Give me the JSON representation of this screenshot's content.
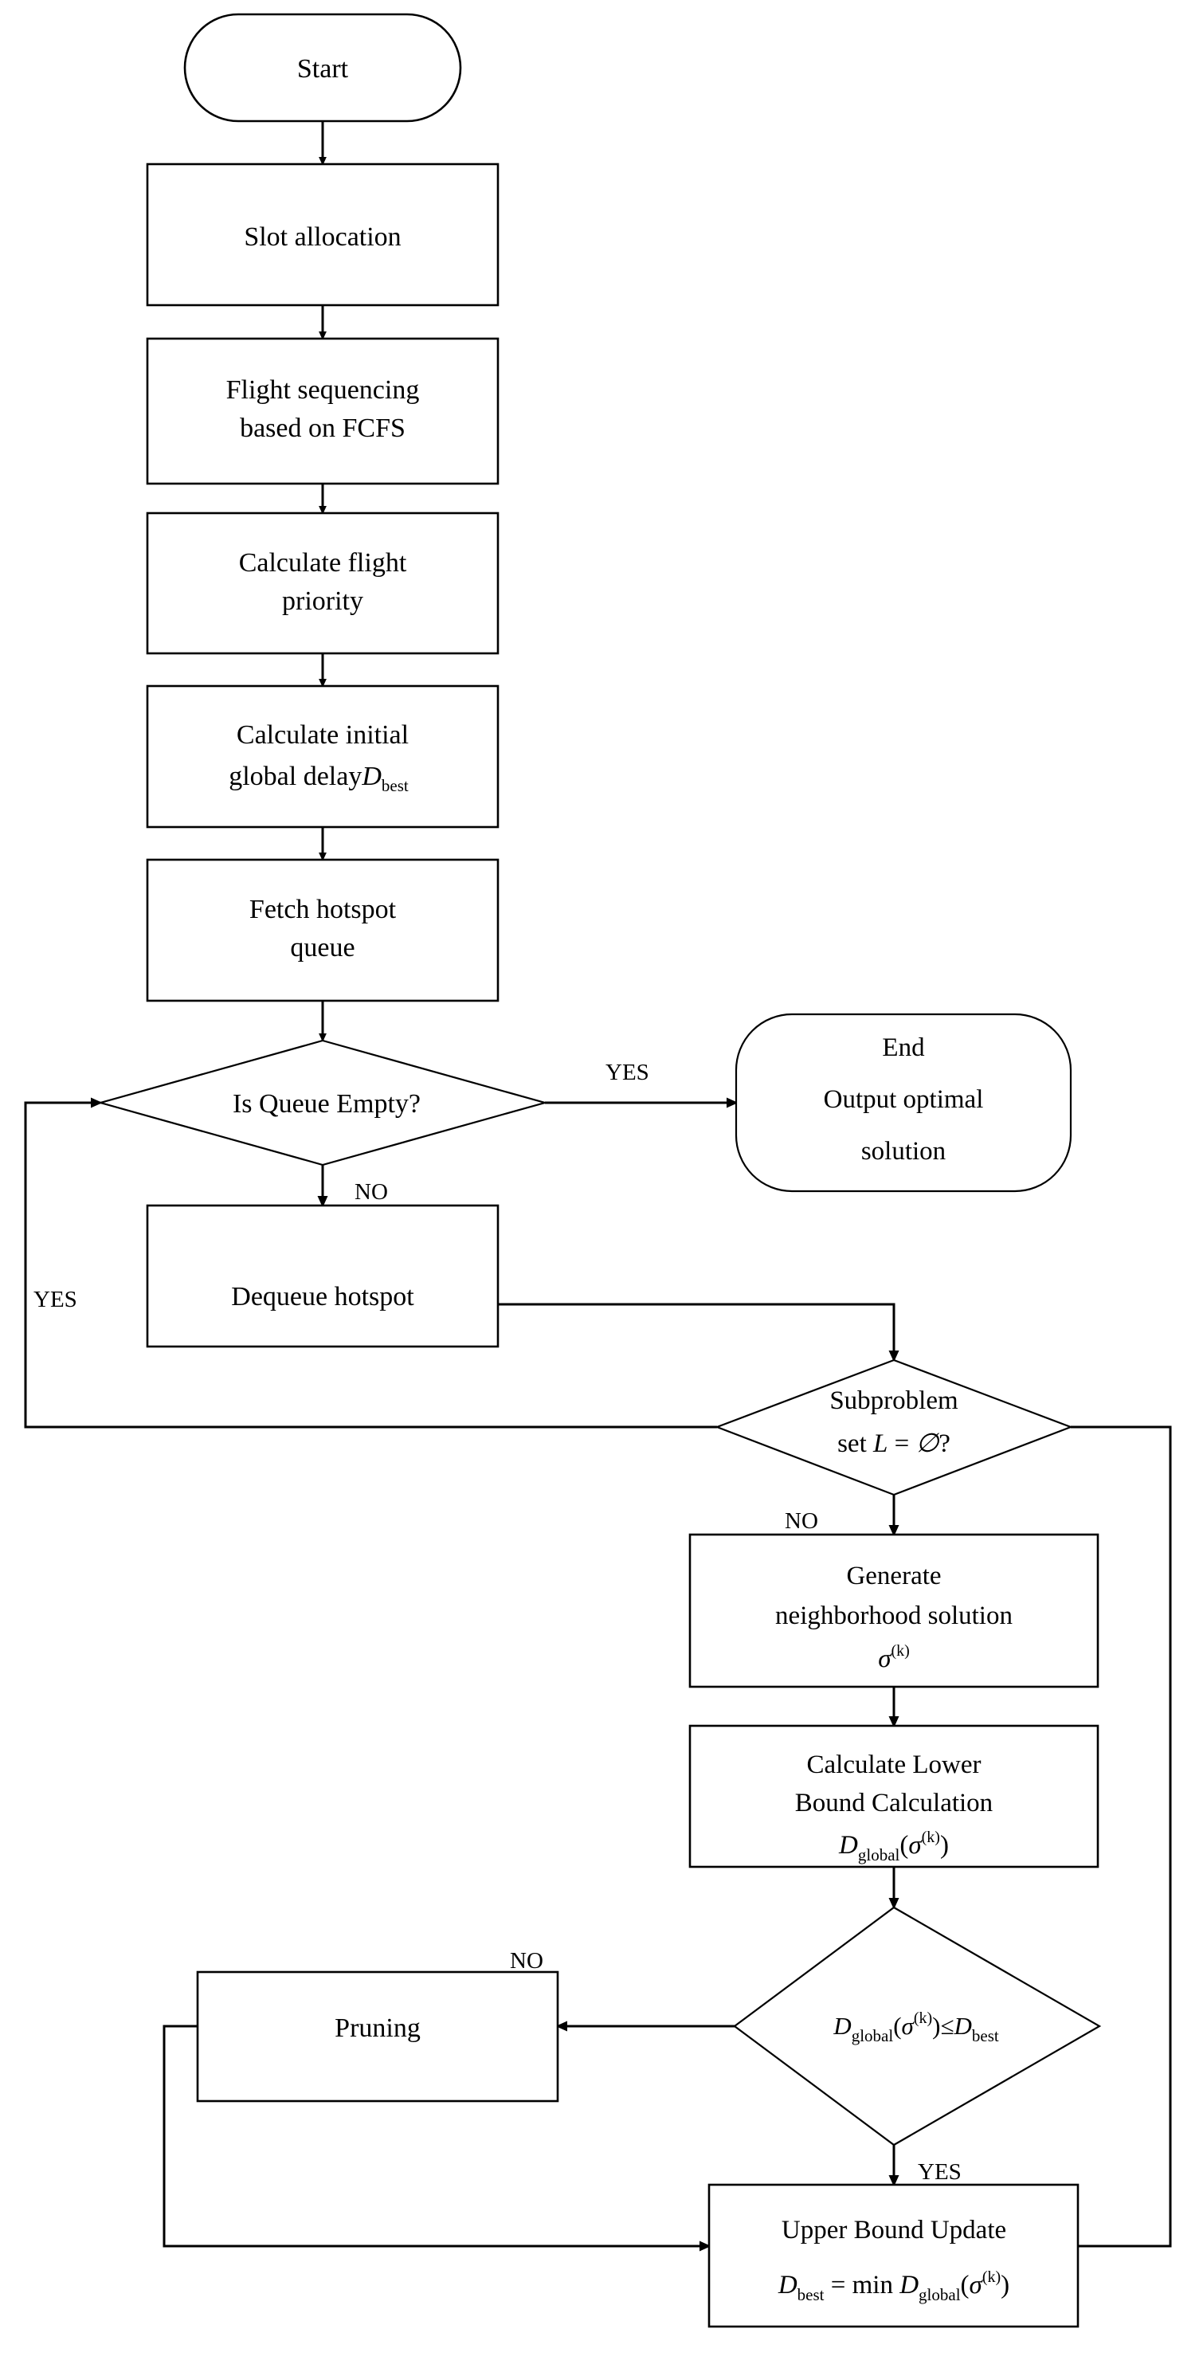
{
  "diagram": {
    "title": "Branch-and-bound flight slot optimization flowchart",
    "colors": {
      "stroke": "#000000",
      "fill": "#ffffff",
      "text": "#000000"
    },
    "nodes": {
      "start": {
        "type": "terminator",
        "label": "Start"
      },
      "slot_allocation": {
        "type": "process",
        "label": "Slot allocation"
      },
      "flight_sequencing": {
        "type": "process",
        "line1": "Flight sequencing",
        "line2": "based on FCFS"
      },
      "calculate_priority": {
        "type": "process",
        "line1": "Calculate flight",
        "line2": "priority"
      },
      "calculate_initial_delay": {
        "type": "process",
        "line1": "Calculate initial",
        "line2": "global delay",
        "var": "D",
        "var_sub": "best"
      },
      "fetch_hotspot_queue": {
        "type": "process",
        "line1": "Fetch hotspot",
        "line2": "queue"
      },
      "is_queue_empty": {
        "type": "decision",
        "label": "Is Queue Empty?"
      },
      "end": {
        "type": "terminator",
        "line1": "End",
        "line2": "Output optimal",
        "line3": "solution"
      },
      "dequeue_hotspot": {
        "type": "process",
        "label": "Dequeue hotspot"
      },
      "subproblem_set": {
        "type": "decision",
        "line1": "Subproblem",
        "line2_pre": "set ",
        "line2_var": "L",
        "line2_post": " = ",
        "line2_sym": "∅",
        "line2_q": "?"
      },
      "generate_neighborhood": {
        "type": "process",
        "line1": "Generate",
        "line2": "neighborhood solution",
        "sigma": "σ",
        "sigma_sup": "(k)"
      },
      "lower_bound": {
        "type": "process",
        "line1": "Calculate Lower",
        "line2": "Bound Calculation",
        "var": "D",
        "var_sub": "global",
        "paren_open": "(",
        "sigma": "σ",
        "sigma_sup": "(k)",
        "paren_close": ")"
      },
      "bound_check": {
        "type": "decision",
        "var1": "D",
        "var1_sub": "global",
        "paren_open": "(",
        "sigma": "σ",
        "sigma_sup": "(k)",
        "paren_close": ")",
        "op": "≤",
        "var2": "D",
        "var2_sub": "best"
      },
      "pruning": {
        "type": "process",
        "label": "Pruning"
      },
      "upper_bound_update": {
        "type": "process",
        "line1": "Upper Bound Update",
        "var1": "D",
        "var1_sub": "best",
        "eq": " = min ",
        "var2": "D",
        "var2_sub": "global",
        "paren_open": "(",
        "sigma": "σ",
        "sigma_sup": "(k)",
        "paren_close": ")"
      }
    },
    "edge_labels": {
      "queue_empty_yes": "YES",
      "queue_empty_no": "NO",
      "loop_back_yes": "YES",
      "subproblem_no": "NO",
      "bound_no": "NO",
      "bound_yes": "YES"
    }
  }
}
